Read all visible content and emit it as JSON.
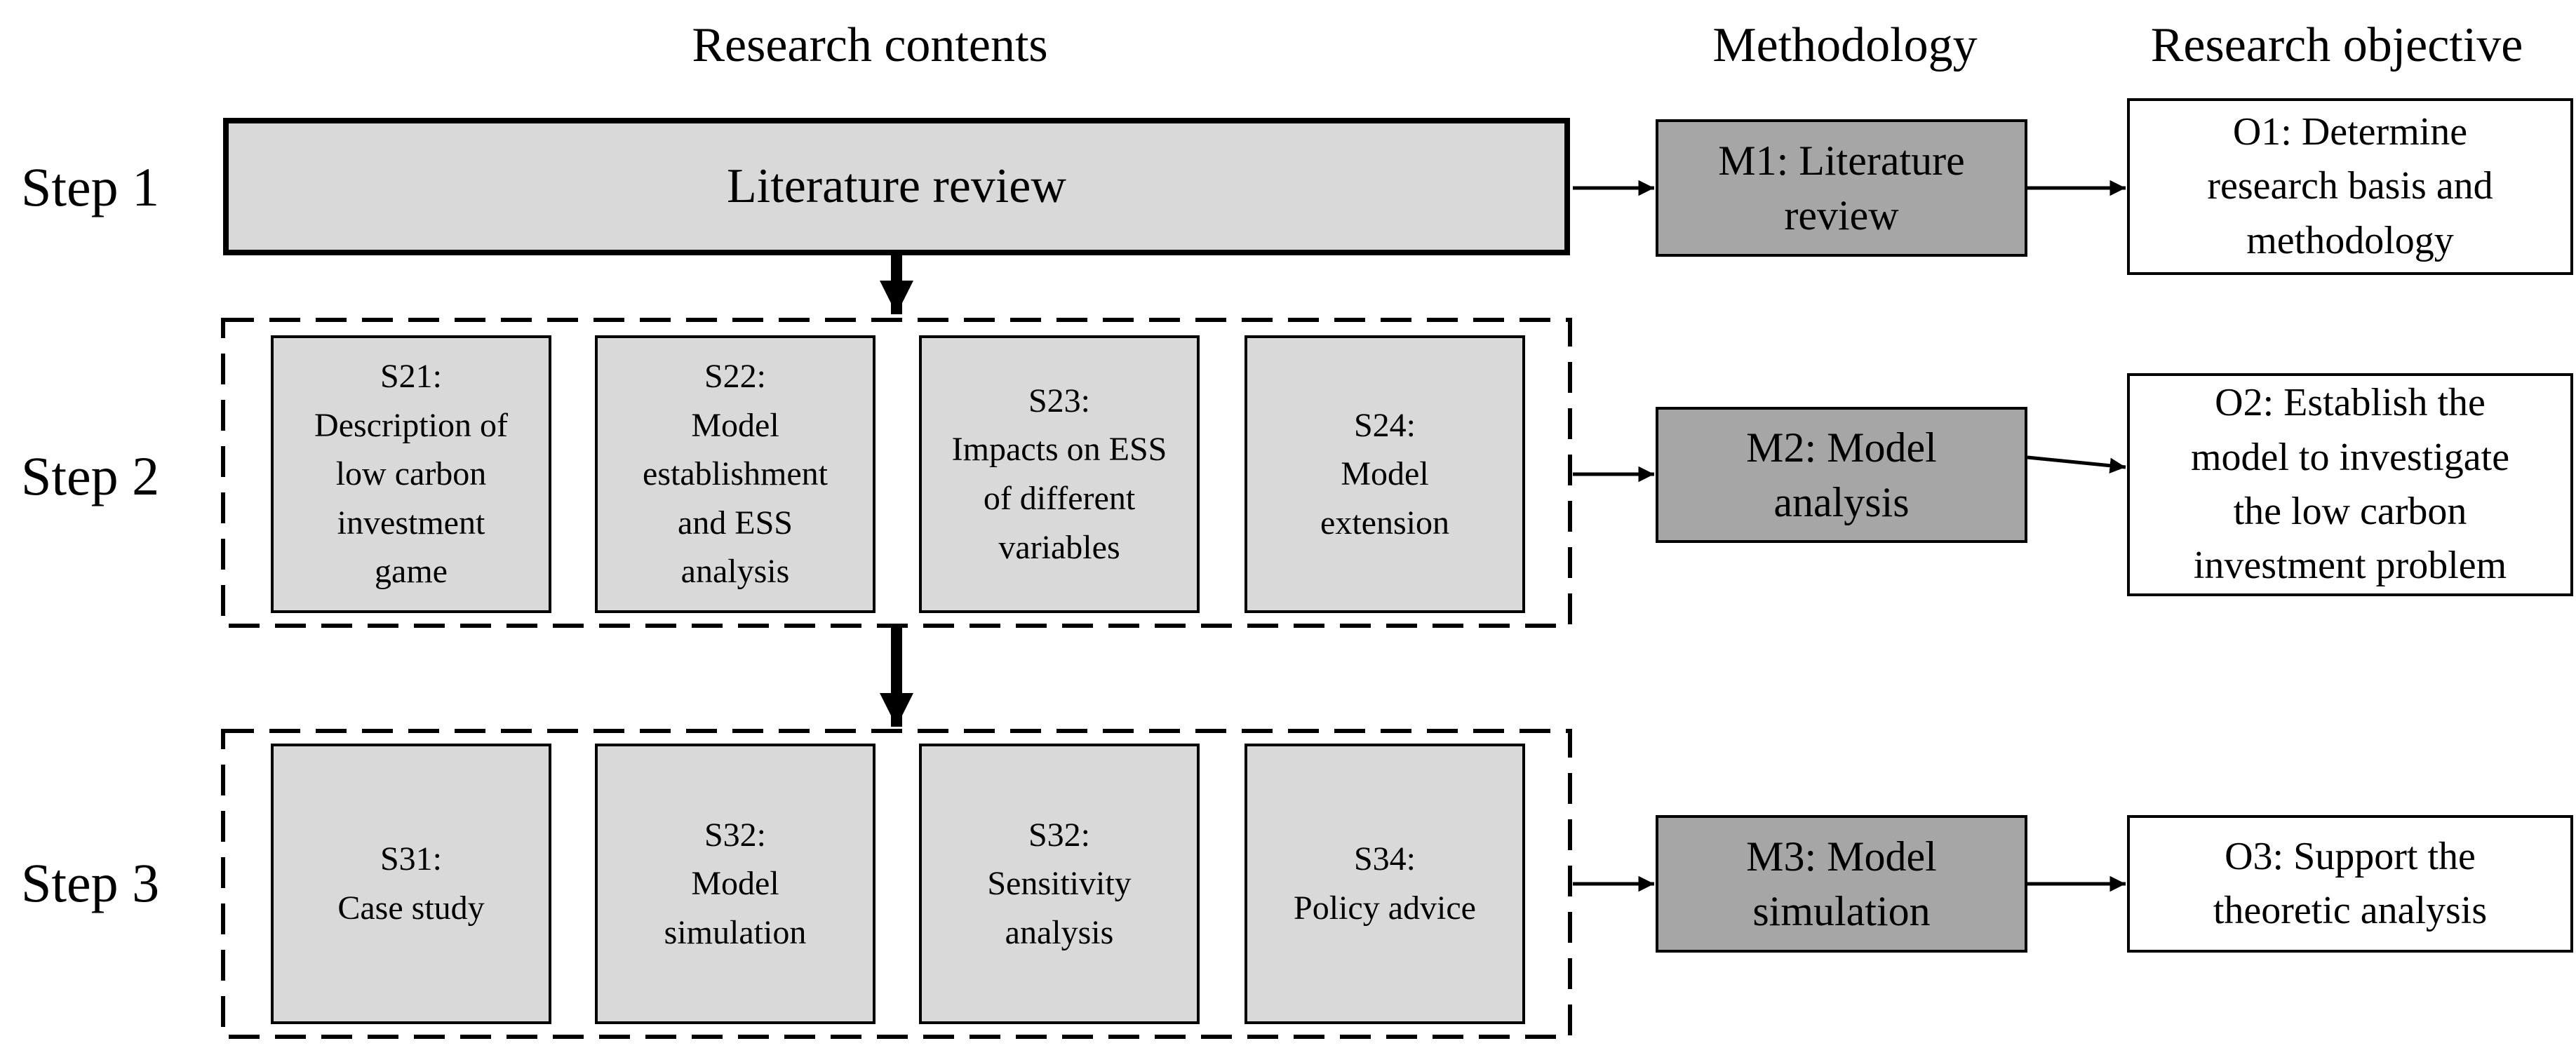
{
  "headers": {
    "research_contents": "Research contents",
    "methodology": "Methodology",
    "research_objective": "Research objective"
  },
  "steps": {
    "step1": "Step 1",
    "step2": "Step 2",
    "step3": "Step 3"
  },
  "literature_review": "Literature review",
  "step2_boxes": [
    {
      "text": "S21:\nDescription of\nlow carbon\ninvestment\ngame"
    },
    {
      "text": "S22:\nModel\nestablishment\nand ESS\nanalysis"
    },
    {
      "text": "S23:\nImpacts on ESS\nof different\nvariables"
    },
    {
      "text": "S24:\nModel\nextension"
    }
  ],
  "step3_boxes": [
    {
      "text": "S31:\nCase study"
    },
    {
      "text": "S32:\nModel\nsimulation"
    },
    {
      "text": "S32:\nSensitivity\nanalysis"
    },
    {
      "text": "S34:\nPolicy advice"
    }
  ],
  "methods": [
    {
      "text": "M1: Literature\nreview"
    },
    {
      "text": "M2: Model\nanalysis"
    },
    {
      "text": "M3: Model\nsimulation"
    }
  ],
  "objectives": [
    {
      "text": "O1: Determine\nresearch basis and\nmethodology"
    },
    {
      "text": "O2: Establish the\nmodel to investigate\nthe low carbon\ninvestment problem"
    },
    {
      "text": "O3: Support the\ntheoretic analysis"
    }
  ],
  "colors": {
    "content_box": "#d9d9d9",
    "method_box": "#a6a6a6",
    "objective_box": "#ffffff",
    "line": "#000000"
  }
}
